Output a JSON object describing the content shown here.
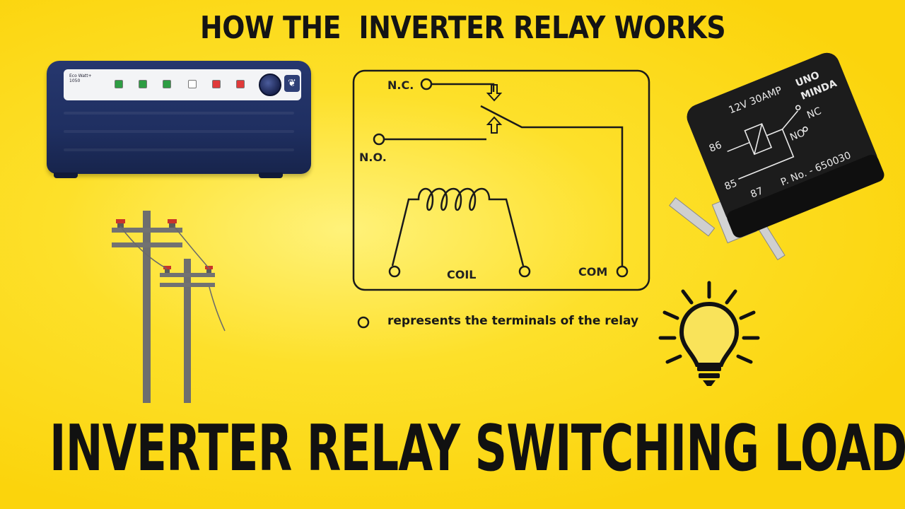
{
  "headline": "HOW THE  INVERTER RELAY WORKS",
  "bottom_title": "INVERTER RELAY SWITCHING LOAD",
  "inverter": {
    "brand_text": "Eco Watt+ 1050",
    "led_colors": [
      "#2e9d43",
      "#2e9d43",
      "#2e9d43",
      "#ffffff",
      "#e03a3a",
      "#e03a3a"
    ]
  },
  "diagram": {
    "nc_label": "N.C.",
    "no_label": "N.O.",
    "coil_label": "COIL",
    "com_label": "COM",
    "legend_text": "represents the terminals of the relay"
  },
  "relay": {
    "brand_line1": "UNO",
    "brand_line2": "MINDA",
    "rating": "12V 30AMP",
    "pin_nc": "NC",
    "pin_no": "NO",
    "pin_86": "86",
    "pin_85": "85",
    "pin_87": "87",
    "part_no": "P. No. - 650030"
  },
  "colors": {
    "background": "#fde02a",
    "inverter_body": "#1f2f61",
    "relay_body": "#1c1c1c",
    "pole": "#6e6e6e"
  }
}
